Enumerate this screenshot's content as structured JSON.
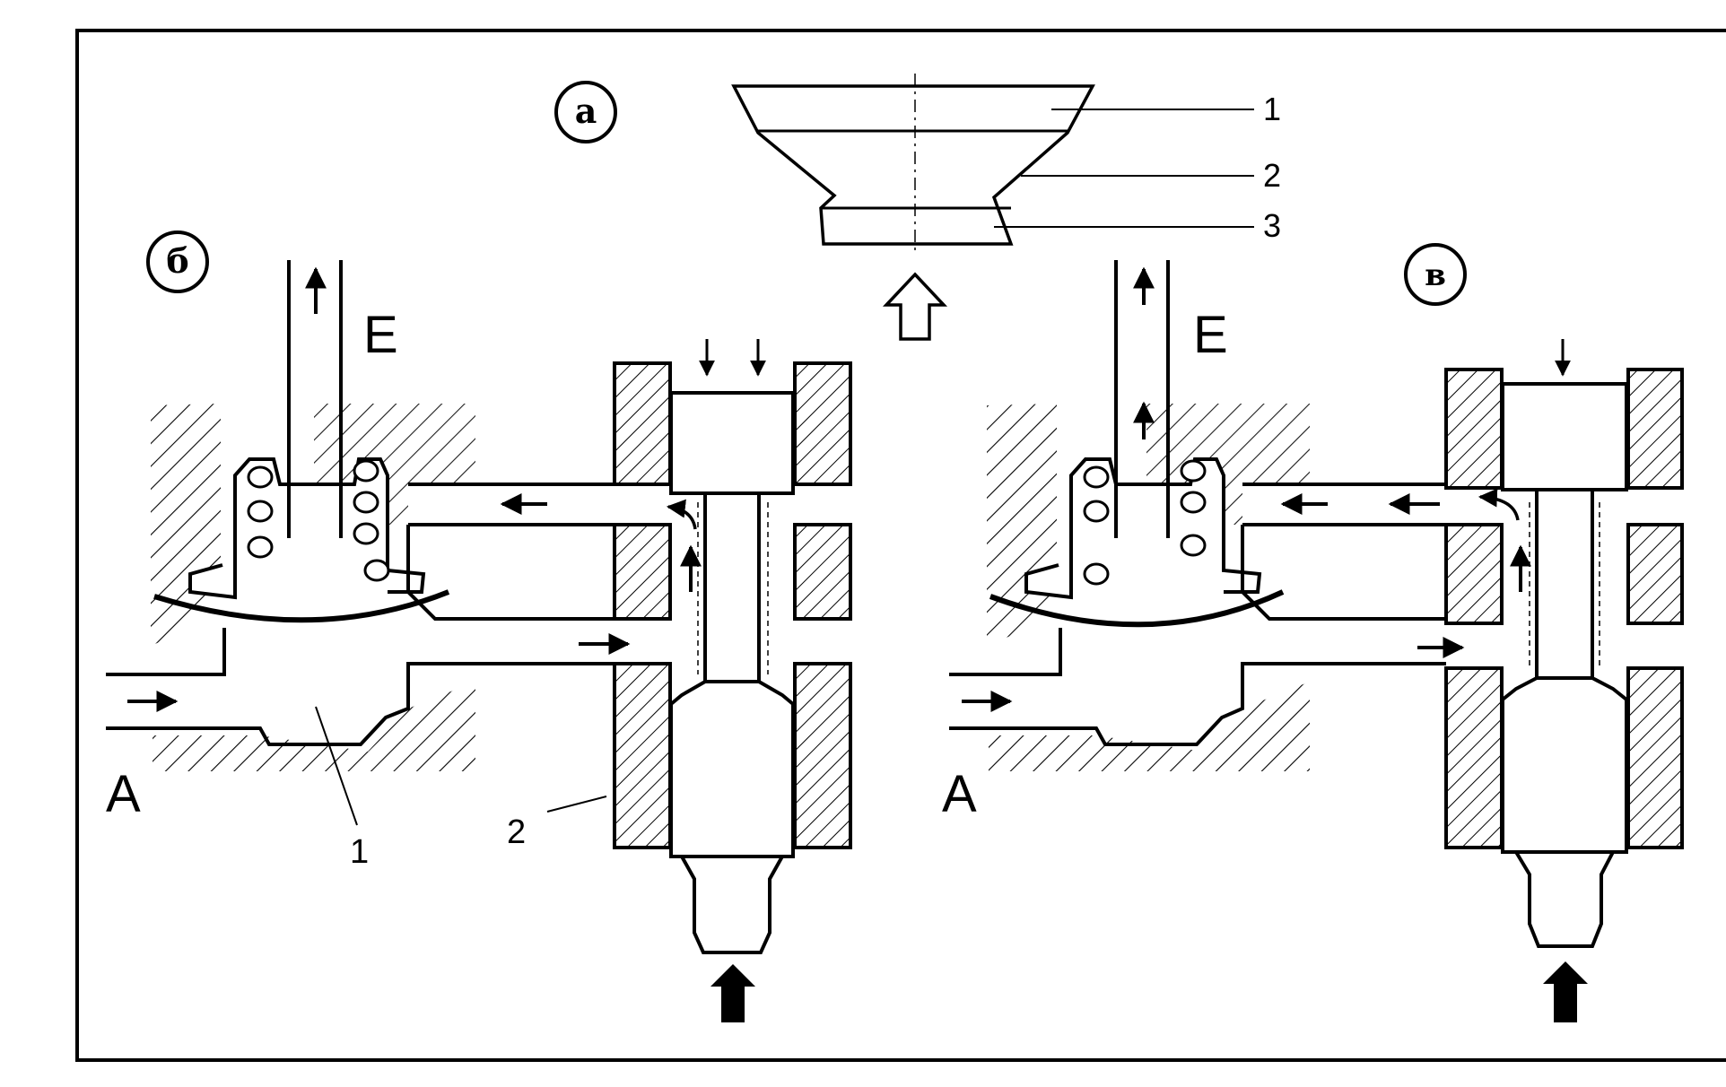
{
  "panels": {
    "a": {
      "marker": "а",
      "part_labels": [
        "1",
        "2",
        "3"
      ]
    },
    "b": {
      "marker": "б",
      "label_exhaust": "E",
      "label_supply": "A",
      "callout_membrane": "1",
      "callout_body": "2"
    },
    "c": {
      "marker": "в",
      "label_exhaust": "E",
      "label_supply": "A"
    }
  },
  "colors": {
    "ink": "#000000",
    "paper": "#ffffff"
  }
}
